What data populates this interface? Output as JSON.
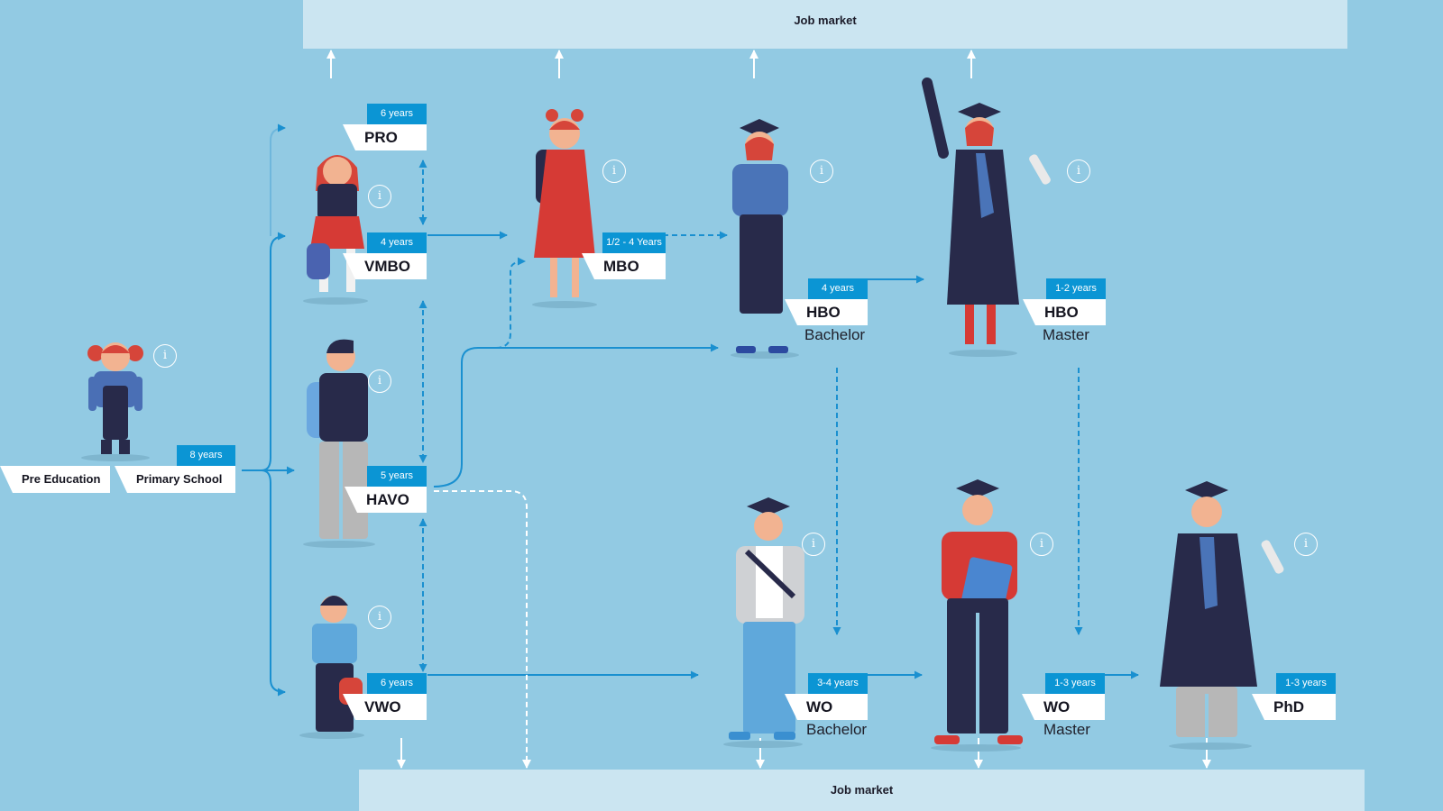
{
  "job_market": {
    "top": "Job market",
    "bottom": "Job market"
  },
  "info_glyph": "i",
  "nodes": {
    "pre_education": {
      "name": "Pre Education"
    },
    "primary_school": {
      "name": "Primary School",
      "duration": "8 years"
    },
    "pro": {
      "name": "PRO",
      "duration": "6 years"
    },
    "vmbo": {
      "name": "VMBO",
      "duration": "4 years"
    },
    "havo": {
      "name": "HAVO",
      "duration": "5 years"
    },
    "vwo": {
      "name": "VWO",
      "duration": "6 years"
    },
    "mbo": {
      "name": "MBO",
      "duration": "1/2 - 4 Years"
    },
    "hbo_bachelor": {
      "name": "HBO",
      "sub": "Bachelor",
      "duration": "4 years"
    },
    "hbo_master": {
      "name": "HBO",
      "sub": "Master",
      "duration": "1-2 years"
    },
    "wo_bachelor": {
      "name": "WO",
      "sub": "Bachelor",
      "duration": "3-4  years"
    },
    "wo_master": {
      "name": "WO",
      "sub": "Master",
      "duration": "1-3 years"
    },
    "phd": {
      "name": "PhD",
      "duration": "1-3 years"
    }
  },
  "colors": {
    "background": "#92cae3",
    "job_market_bar": "#cbe5f1",
    "duration_tag": "#0b95d4",
    "flow_line": "#1a90d0",
    "job_arrow": "#ffffff",
    "name_tag": "#ffffff"
  },
  "icons": [
    "info-icon",
    "arrow-up-icon",
    "arrow-down-icon",
    "student-illustration"
  ]
}
